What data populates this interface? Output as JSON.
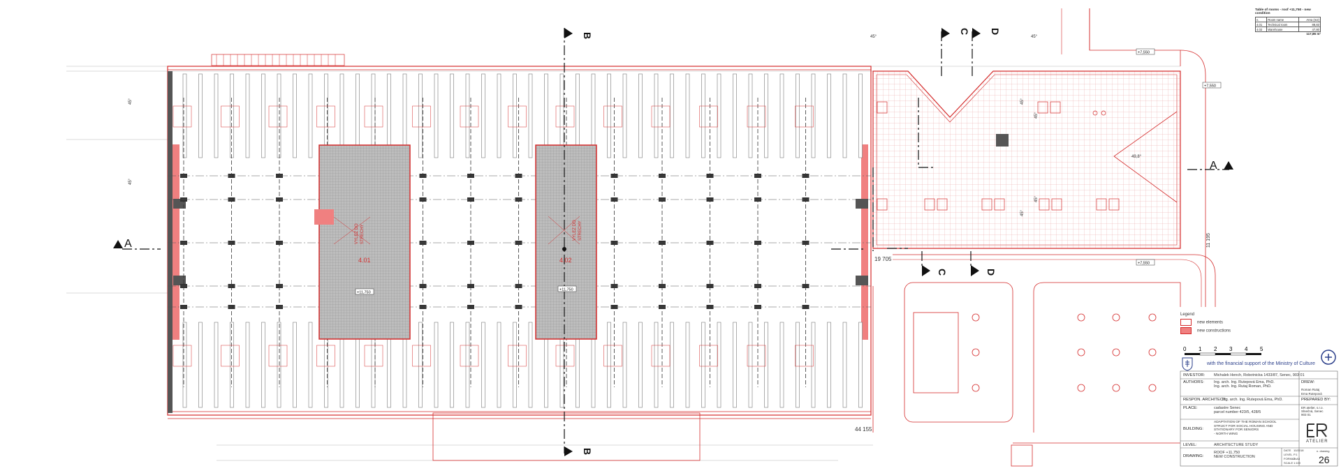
{
  "room_table": {
    "title": "Table of rooms - roof +11,750 - new condition",
    "col_no": "n.",
    "col_name": "Room name",
    "col_area": "Area (m2)",
    "rows": [
      {
        "no": "4.01",
        "name": "Technical room",
        "area": "88,83"
      },
      {
        "no": "4.02",
        "name": "Warehouse",
        "area": "47,80"
      }
    ],
    "total": "117,86 m²"
  },
  "section_marks": {
    "a": "A",
    "b": "B",
    "c": "C",
    "d": "D"
  },
  "room_labels": {
    "r1": "4.01",
    "r2": "4.02"
  },
  "hatch_note": {
    "line1": "VYLEZ DO",
    "line2": "STRECHY"
  },
  "levels": {
    "l1": "+11,750",
    "l2": "+11,750",
    "l3": "+7,550",
    "l4": "+7,550",
    "l5": "+7,550"
  },
  "angles": {
    "a1": "45°",
    "a2": "45°",
    "a3": "45°",
    "a4": "45°",
    "a5": "45°",
    "a6": "45°",
    "a7": "45°",
    "a8": "45°"
  },
  "dimensions": {
    "d1": "19 705",
    "d2": "44 155",
    "d3": "11 195",
    "d4": "49,8°"
  },
  "legend": {
    "title": "Legend",
    "existing": "new elements",
    "new": "new constructions",
    "new_color": "#f08080"
  },
  "scale_bar": {
    "ticks": [
      "0",
      "1",
      "2",
      "3",
      "4",
      "5"
    ]
  },
  "support_text": "with the financial support of the Ministry of Culture",
  "title_block": {
    "investor_label": "INVESTOR:",
    "investor_value": "Michalek Hench, Robotnicka 1433/87, Senec, 903 01",
    "authors_label": "AUTHORS:",
    "authors_value": "Ing. arch. Ing. Rutepová Ema, PhD.\nIng. arch. Ing. Rutaj Roman, PhD.",
    "drew_label": "DREW:",
    "drew_value": "Roman Rutaj\nEma Rutepová",
    "respon_label": "RESPON. ARCHITECT:",
    "respon_value": "Ing. arch. Ing. Rutepová Ema, PhD.",
    "prepared_label": "PREPARED BY:",
    "prepared_value": "ER atelier, s.r.o.\nSlnečná, Senec\n903 01",
    "place_label": "PLACE:",
    "place_value": "cadastre Senec\nparcel number 423/5, 428/5",
    "building_label": "BUILDING:",
    "building_value": "ADAPTATION OF THE ROMAN SCHOOL\nSTRUCT FOR SOCIAL HOUSING AND\nSTATIONARY FOR SENIORS\n- NORTH WING",
    "level_label": "LEVEL:",
    "level_value": "ARCHITECTURE STUDY",
    "drawing_label": "DRAWING:",
    "drawing_value": "ROOF +11,750\nNEW CONSTRUCTION",
    "date_label": "DATE",
    "date_value": "10/2018",
    "levels_label": "LEVEL",
    "levels_value": "P.1",
    "format_label": "FORMAT",
    "format_value": "2xA3",
    "scale_label": "SCALE",
    "scale_value": "1:100",
    "sheet_label": "n. drawing",
    "sheet_number": "26",
    "logo_text": "ATELIER"
  }
}
